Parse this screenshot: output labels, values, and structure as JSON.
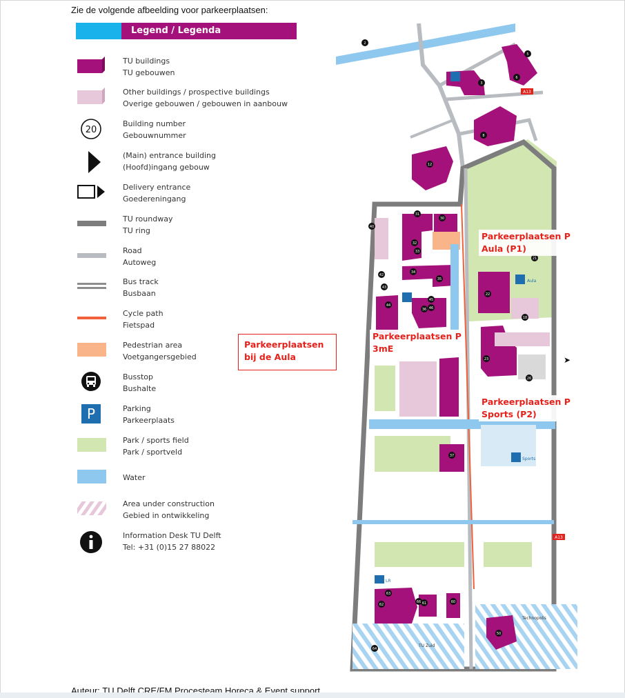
{
  "intro_text": "Zie de volgende afbeelding voor parkeerplaatsen:",
  "legend_title": "Legend / Legenda",
  "legend": [
    {
      "icon": "tu-building-icon",
      "en": "TU buildings",
      "nl": "TU gebouwen",
      "color": "#a5117a"
    },
    {
      "icon": "other-building-icon",
      "en": "Other buildings / prospective buildings",
      "nl": "Overige gebouwen / gebouwen in aanbouw",
      "color": "#e6c8da"
    },
    {
      "icon": "building-number-icon",
      "en": "Building number",
      "nl": "Gebouwnummer",
      "number": "20"
    },
    {
      "icon": "main-entrance-icon",
      "en": "(Main) entrance building",
      "nl": "(Hoofd)ingang gebouw"
    },
    {
      "icon": "delivery-entrance-icon",
      "en": "Delivery entrance",
      "nl": "Goedereningang"
    },
    {
      "icon": "tu-roundway-icon",
      "en": "TU roundway",
      "nl": "TU ring",
      "color": "#7d7d7d"
    },
    {
      "icon": "road-icon",
      "en": "Road",
      "nl": "Autoweg",
      "color": "#b8bcc0"
    },
    {
      "icon": "bus-track-icon",
      "en": "Bus track",
      "nl": "Busbaan",
      "color": "#8c8c8c"
    },
    {
      "icon": "cycle-path-icon",
      "en": "Cycle path",
      "nl": "Fietspad",
      "color": "#f0603a"
    },
    {
      "icon": "pedestrian-area-icon",
      "en": "Pedestrian area",
      "nl": "Voetgangersgebied",
      "color": "#f9b48a"
    },
    {
      "icon": "busstop-icon",
      "en": "Busstop",
      "nl": "Bushalte"
    },
    {
      "icon": "parking-icon",
      "en": "Parking",
      "nl": "Parkeerplaats",
      "letter": "P",
      "color": "#1f6fb0"
    },
    {
      "icon": "park-icon",
      "en": "Park / sports field",
      "nl": "Park / sportveld",
      "color": "#d2e6b2"
    },
    {
      "icon": "water-icon",
      "en": "Water",
      "nl": "",
      "color": "#8fc8ee"
    },
    {
      "icon": "construction-icon",
      "en": "Area under construction",
      "nl": "Gebied in ontwikkeling",
      "color": "#e6c8da"
    },
    {
      "icon": "info-icon",
      "en": "Information Desk TU Delft",
      "nl": "Tel:  +31 (0)15 27 88022"
    }
  ],
  "annotations": {
    "aula": {
      "line1": "Parkeerplaatsen P",
      "line2": "Aula (P1)"
    },
    "three_me": {
      "line1": "Parkeerplaatsen P",
      "line2": "3mE"
    },
    "sports": {
      "line1": "Parkeerplaatsen P",
      "line2": "Sports (P2)"
    },
    "box": {
      "line1": "Parkeerplaatsen",
      "line2": "bij de Aula"
    }
  },
  "map": {
    "building_numbers": [
      "2",
      "3",
      "5",
      "6",
      "8",
      "12",
      "31",
      "30",
      "32",
      "33",
      "34",
      "35",
      "36",
      "40",
      "42",
      "43",
      "44",
      "45",
      "46",
      "22",
      "18",
      "23",
      "26",
      "21",
      "37",
      "50",
      "60",
      "61",
      "62",
      "63",
      "64",
      "66"
    ],
    "parking_labels": [
      "Aula",
      "Sports",
      "LR"
    ],
    "highway_labels": [
      "A13",
      "A13"
    ],
    "area_labels": [
      "Technopolis",
      "TU Zuid"
    ],
    "colors": {
      "water": "#8fc8ee",
      "park": "#d2e6b2",
      "tu_building": "#a5117a",
      "other_building": "#e6c8da",
      "ring": "#7d7d7d",
      "road": "#b8bcc0",
      "cycle": "#f0603a",
      "pedestrian": "#f9b48a",
      "parking": "#1f6fb0",
      "highway": "#e4221c"
    }
  },
  "author_text": "Auteur: TU Delft CRE/FM Procesteam Horeca & Event support"
}
